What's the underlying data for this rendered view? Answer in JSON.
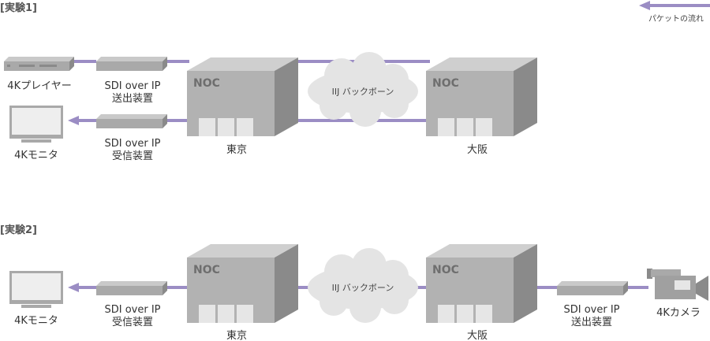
{
  "legend": {
    "label": "パケットの流れ"
  },
  "colors": {
    "packet_line": "#9b8dc4",
    "device": "#a9a9a9",
    "noc_front": "#b2b2b2",
    "cloud": "#e4e4e4"
  },
  "experiment1": {
    "title": "[実験1]",
    "player": "4Kプレイヤー",
    "sender": [
      "SDI over IP",
      "送出装置"
    ],
    "receiver": [
      "SDI over IP",
      "受信装置"
    ],
    "monitor": "4Kモニタ",
    "noc_tokyo": {
      "label": "NOC",
      "city": "東京"
    },
    "noc_osaka": {
      "label": "NOC",
      "city": "大阪"
    },
    "backbone": "IIJ バックボーン"
  },
  "experiment2": {
    "title": "[実験2]",
    "monitor": "4Kモニタ",
    "receiver": [
      "SDI over IP",
      "受信装置"
    ],
    "noc_tokyo": {
      "label": "NOC",
      "city": "東京"
    },
    "noc_osaka": {
      "label": "NOC",
      "city": "大阪"
    },
    "backbone": "IIJ バックボーン",
    "sender": [
      "SDI over IP",
      "送出装置"
    ],
    "camera": "4Kカメラ"
  }
}
